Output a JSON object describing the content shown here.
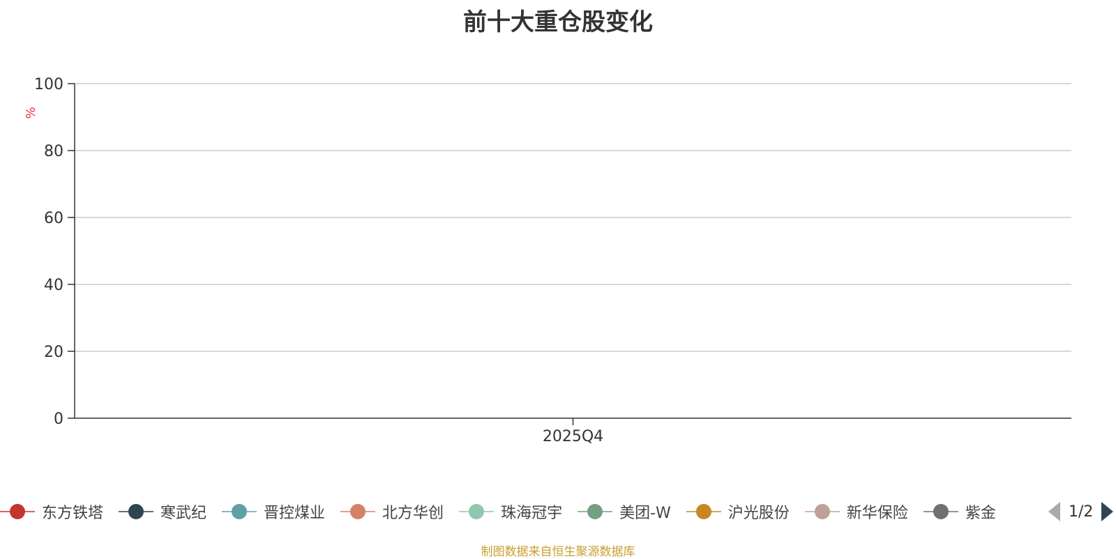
{
  "chart_data": {
    "type": "line",
    "title": "前十大重仓股变化",
    "ylabel": "%",
    "xlabel": "",
    "categories": [
      "2025Q4"
    ],
    "ylim": [
      0,
      100
    ],
    "yticks": [
      0,
      20,
      40,
      60,
      80,
      100
    ],
    "grid": true,
    "legend_position": "bottom",
    "series": [
      {
        "name": "东方铁塔",
        "color": "#c23531",
        "values": []
      },
      {
        "name": "寒武纪",
        "color": "#2f4554",
        "values": []
      },
      {
        "name": "晋控煤业",
        "color": "#61a0a8",
        "values": []
      },
      {
        "name": "北方华创",
        "color": "#d48265",
        "values": []
      },
      {
        "name": "珠海冠宇",
        "color": "#91c7ae",
        "values": []
      },
      {
        "name": "美团-W",
        "color": "#749f83",
        "values": []
      },
      {
        "name": "沪光股份",
        "color": "#ca8622",
        "values": []
      },
      {
        "name": "新华保险",
        "color": "#bda29a",
        "values": []
      },
      {
        "name": "紫金",
        "color": "#6e7074",
        "values": []
      }
    ]
  },
  "legend": {
    "page_label": "1/2",
    "prev_color": "#aaaaaa",
    "next_color": "#2f4554"
  },
  "footnote": {
    "text": "制图数据来自恒生聚源数据库",
    "color": "#c8a030"
  },
  "colors": {
    "ylabel": "#e8323c",
    "axis": "#333333",
    "grid": "#cccccc",
    "tick_text": "#333333"
  }
}
